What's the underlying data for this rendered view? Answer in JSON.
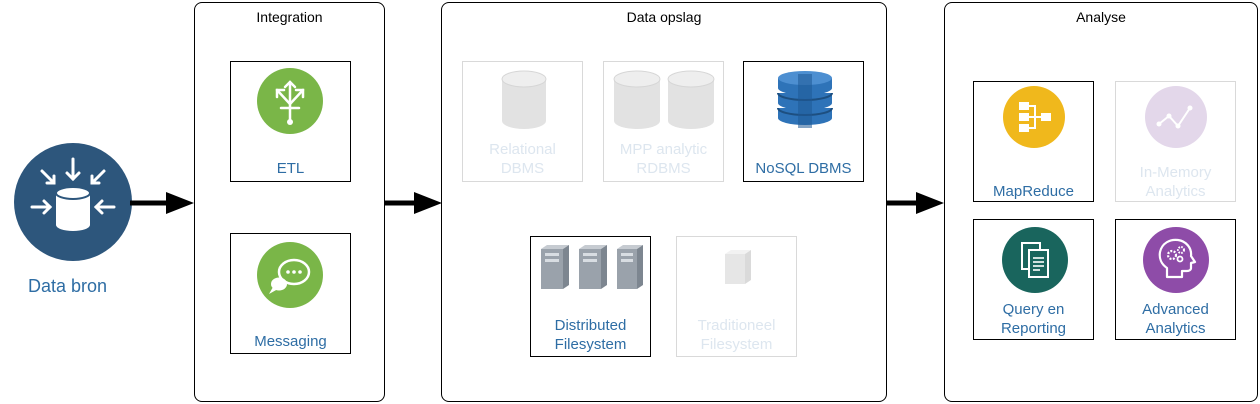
{
  "source": {
    "label": "Data bron",
    "icon": "database-inputs-icon",
    "color": "#2d567c"
  },
  "panels": {
    "integration": {
      "title": "Integration",
      "items": [
        {
          "label": "ETL",
          "icon": "etl-split-arrow-icon",
          "active": true
        },
        {
          "label": "Messaging",
          "icon": "chat-bubbles-icon",
          "active": true
        }
      ]
    },
    "storage": {
      "title": "Data opslag",
      "items": [
        {
          "label": "Relational\nDBMS",
          "icon": "database-cylinder-icon",
          "active": false
        },
        {
          "label": "MPP analytic\nRDBMS",
          "icon": "double-database-icon",
          "active": false
        },
        {
          "label": "NoSQL DBMS",
          "icon": "dynamodb-stack-icon",
          "active": true
        },
        {
          "label": "Distributed\nFilesystem",
          "icon": "server-rack-icon",
          "active": true
        },
        {
          "label": "Traditioneel\nFilesystem",
          "icon": "single-server-icon",
          "active": false
        }
      ]
    },
    "analysis": {
      "title": "Analyse",
      "items": [
        {
          "label": "MapReduce",
          "icon": "mapreduce-flow-icon",
          "active": true
        },
        {
          "label": "In-Memory\nAnalytics",
          "icon": "line-graph-icon",
          "active": false
        },
        {
          "label": "Query en\nReporting",
          "icon": "documents-icon",
          "active": true
        },
        {
          "label": "Advanced\nAnalytics",
          "icon": "head-gears-icon",
          "active": true
        }
      ]
    }
  },
  "colors": {
    "accent_text": "#2e6da4",
    "green": "#7ab648",
    "yellow": "#f0b81c",
    "teal": "#19655d",
    "purple": "#8e4ca8",
    "dynamo_blue": "#2e73b8",
    "faded": "#d9d9d9"
  }
}
